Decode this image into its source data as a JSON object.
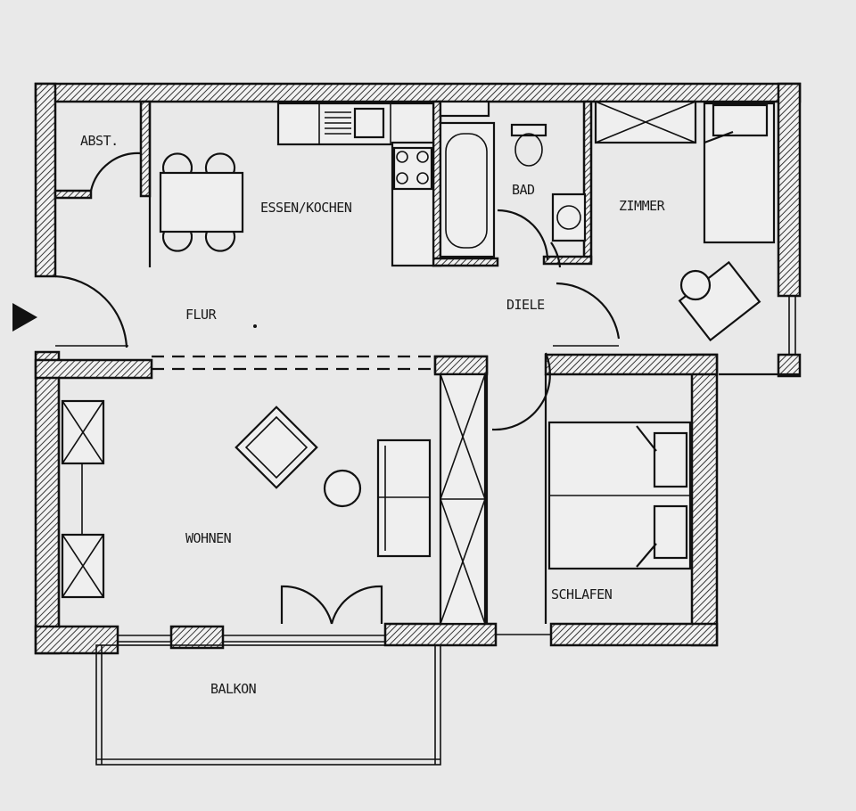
{
  "rooms": {
    "abst": "ABST.",
    "essen_kochen": "ESSEN/KOCHEN",
    "bad": "BAD",
    "zimmer": "ZIMMER",
    "flur": "FLUR",
    "diele": "DIELE",
    "wohnen": "WOHNEN",
    "schlafen": "SCHLAFEN",
    "balkon": "BALKON"
  },
  "icons": {
    "entrance": "entrance-arrow-icon"
  },
  "colors": {
    "paper": "#e9e9e9",
    "ink": "#111111"
  }
}
